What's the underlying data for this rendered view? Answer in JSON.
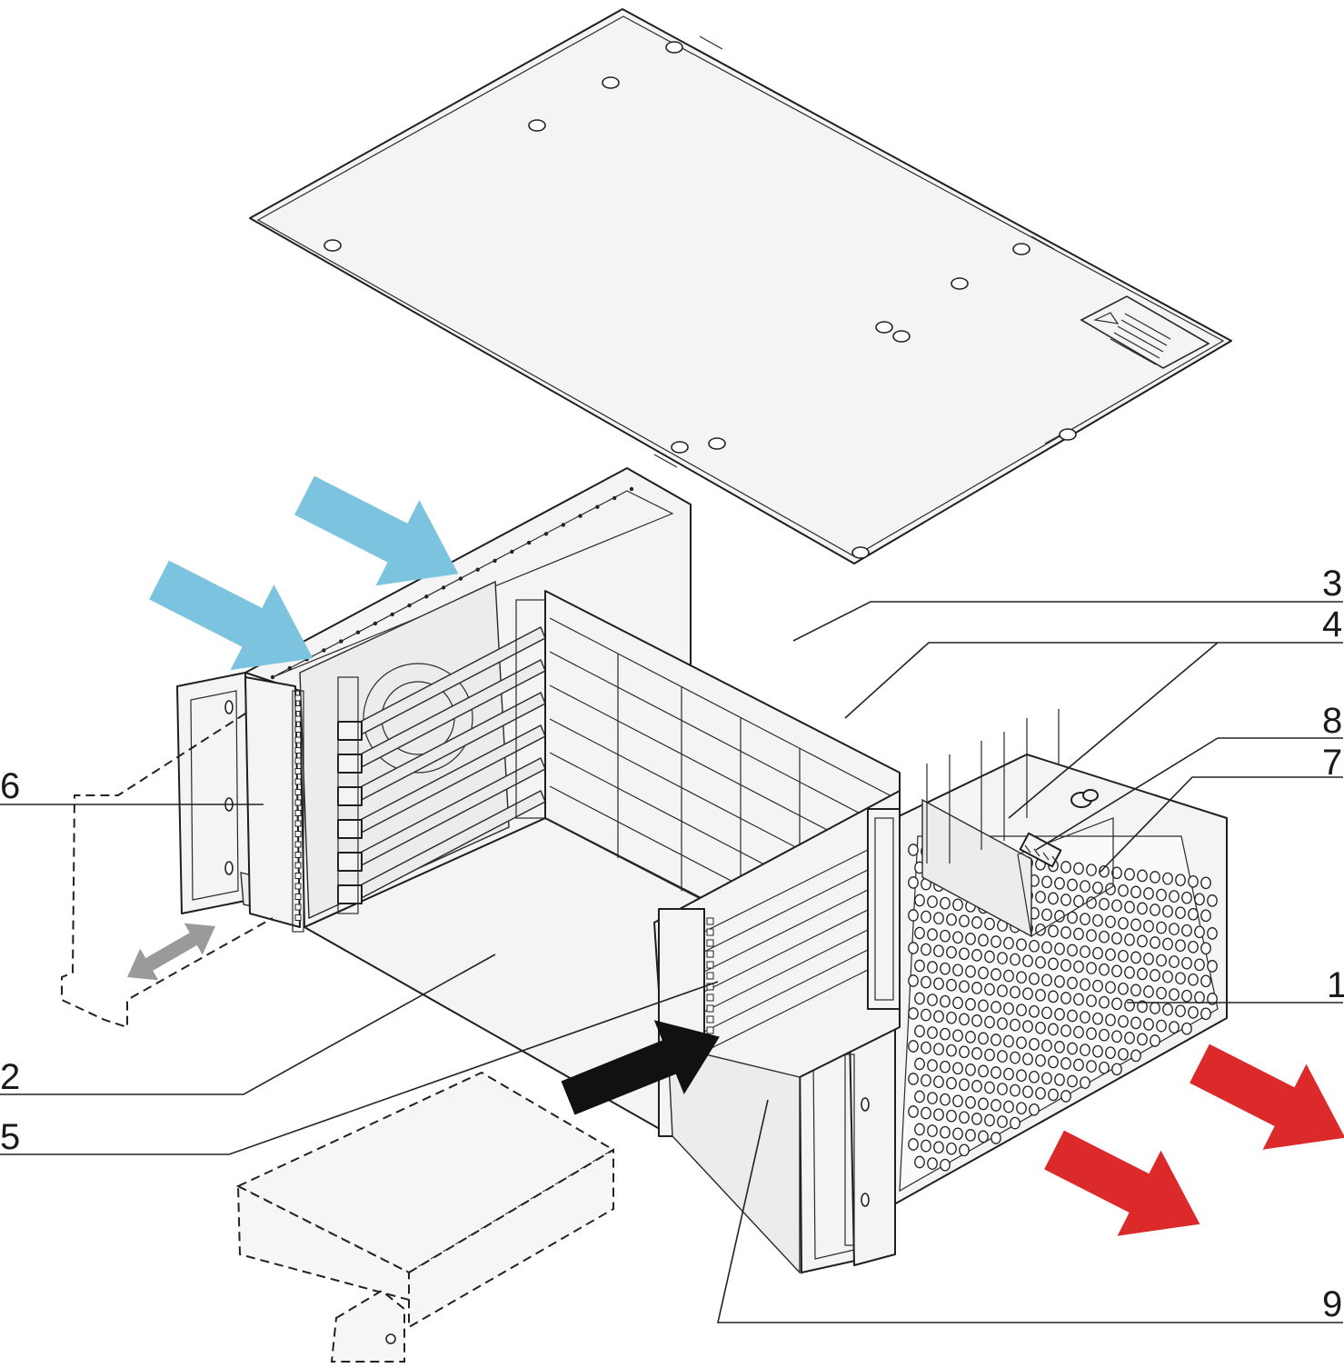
{
  "callouts": {
    "c1": "1",
    "c2": "2",
    "c3": "3",
    "c4": "4",
    "c5": "5",
    "c6": "6",
    "c7": "7",
    "c8": "8",
    "c9": "9"
  },
  "colors": {
    "airflow_in": "#7cc3df",
    "airflow_out": "#dc2a2a",
    "insert_arrow": "#111111",
    "slide_arrow": "#9a9a9a"
  }
}
